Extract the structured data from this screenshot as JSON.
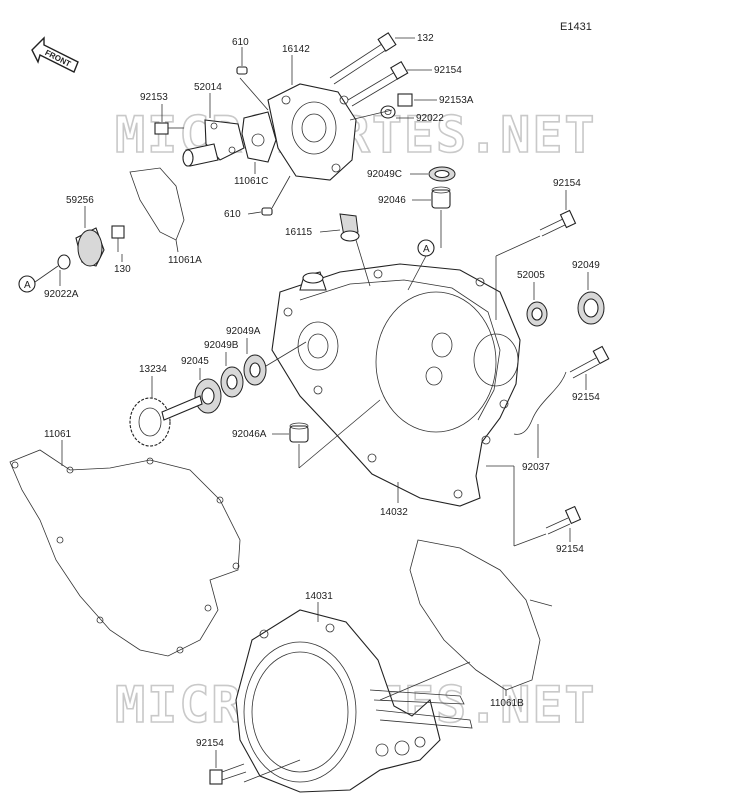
{
  "diagram_ref": "E1431",
  "direction_label": "FRONT",
  "watermark": "MICROPARTES.NET",
  "ref_marker": "A",
  "labels": {
    "p132": "132",
    "p610_top": "610",
    "p16142": "16142",
    "p92154_top": "92154",
    "p92153a": "92153A",
    "p92022": "92022",
    "p92153": "92153",
    "p52014": "52014",
    "p11061c": "11061C",
    "p610_bot": "610",
    "p92049c": "92049C",
    "p92046": "92046",
    "p92154_r1": "92154",
    "p59256": "59256",
    "p130": "130",
    "p11061a": "11061A",
    "p92022a": "92022A",
    "p16115": "16115",
    "p52005": "52005",
    "p92049": "92049",
    "p92049a": "92049A",
    "p92049b": "92049B",
    "p92045": "92045",
    "p13234": "13234",
    "p92154_r2": "92154",
    "p11061": "11061",
    "p92046a": "92046A",
    "p92037": "92037",
    "p14032": "14032",
    "p92154_r3": "92154",
    "p14031": "14031",
    "p11061b": "11061B",
    "p92154_bot": "92154"
  }
}
